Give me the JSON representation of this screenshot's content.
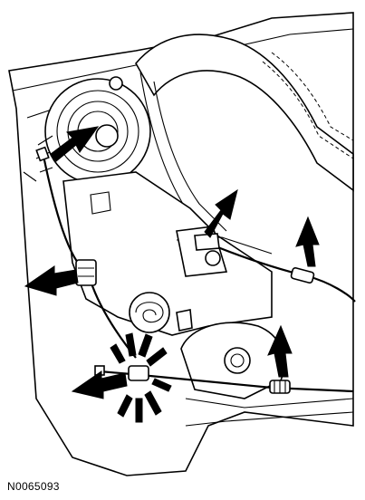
{
  "figure_id": "N0065093",
  "callout_arrows": [
    {
      "name": "arrow-upper-cable-end",
      "angle": 200
    },
    {
      "name": "arrow-left-cable-clip",
      "angle": 160
    },
    {
      "name": "arrow-upper-cable-bracket",
      "angle": 120
    },
    {
      "name": "arrow-right-upper-clip",
      "angle": 90
    },
    {
      "name": "arrow-lower-right-clip",
      "angle": 90
    },
    {
      "name": "arrow-lower-cable-sleeve",
      "angle": 160
    }
  ]
}
